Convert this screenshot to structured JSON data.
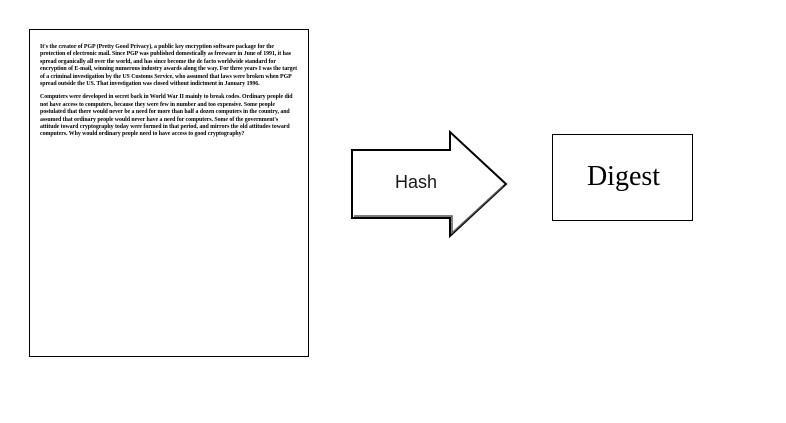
{
  "document": {
    "paragraphs": [
      "It's the creator of PGP (Pretty Good Privacy), a public key encryption software package for the protection of electronic mail. Since PGP was published domestically as freeware in June of 1991, it has spread organically all over the world, and has since become the de facto worldwide standard for encryption of E-mail, winning numerous industry awards along the way. For three years I was the target of a criminal investigation by the US Customs Service, who assumed that laws were broken when PGP spread outside the US. That investigation was closed without indictment in January 1996.",
      "Computers were developed in secret back in World War II mainly to break codes. Ordinary people did not have access to computers, because they were few in number and too expensive. Some people postulated that there would never be a need for more than half a dozen computers in the country, and assumed that ordinary people would never have a need for computers. Some of the government's attitude toward cryptography today were formed in that period, and mirrors the old attitudes toward computers. Why would ordinary people need to have access to good cryptography?"
    ]
  },
  "arrow": {
    "label": "Hash"
  },
  "digest": {
    "label": "Digest"
  }
}
